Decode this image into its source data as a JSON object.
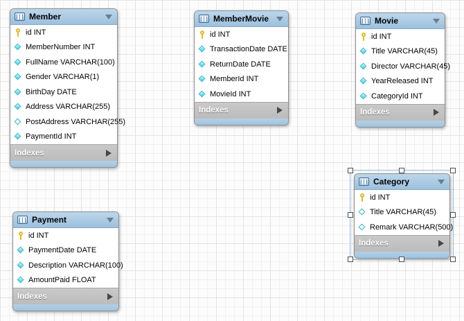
{
  "colors": {
    "canvas_bg": "#fcfcfc",
    "grid_minor": "#f1f1f1",
    "grid_major": "#e3e3e3",
    "header_top": "#bcd7eb",
    "header_bottom": "#9cc0dd",
    "header_border": "#87aac7",
    "body_bg": "#ffffff",
    "node_border": "#8e8e8e",
    "indexes_bg": "#bcbcbc",
    "indexes_text": "#fdfdfd",
    "bottom_bar": "#a0c4e0",
    "key_yellow": "#e2bb1d",
    "diamond_fill": "#3ecfe2",
    "diamond_border": "#2db6ca",
    "arrow_dark": "#474747",
    "arrow_muted": "#6b7c8b",
    "title_text": "#000000",
    "row_text": "#000000",
    "selection_frame": "#93bedb",
    "handle_bg": "#ffffff",
    "handle_border": "#4d4d4d"
  },
  "icons": {
    "table": "table-grid-icon",
    "collapse": "triangle-down",
    "indexes_expand": "triangle-right",
    "key": "yellow-primary-key",
    "diamond": "filled-cyan-diamond-not-null",
    "diamond-open": "open-cyan-diamond-nullable"
  },
  "tables": {
    "member": {
      "title": "Member",
      "indexes_label": "Indexes",
      "columns": [
        {
          "icon": "key",
          "label": "id INT"
        },
        {
          "icon": "diamond",
          "label": "MemberNumber INT"
        },
        {
          "icon": "diamond",
          "label": "FullName VARCHAR(100)"
        },
        {
          "icon": "diamond",
          "label": "Gender VARCHAR(1)"
        },
        {
          "icon": "diamond",
          "label": "BirthDay DATE"
        },
        {
          "icon": "diamond",
          "label": "Address VARCHAR(255)"
        },
        {
          "icon": "diamond-open",
          "label": "PostAddress VARCHAR(255)"
        },
        {
          "icon": "diamond",
          "label": "PaymentId INT"
        }
      ]
    },
    "membermovie": {
      "title": "MemberMovie",
      "indexes_label": "Indexes",
      "columns": [
        {
          "icon": "key",
          "label": "id INT"
        },
        {
          "icon": "diamond",
          "label": "TransactionDate DATE"
        },
        {
          "icon": "diamond",
          "label": "ReturnDate DATE"
        },
        {
          "icon": "diamond",
          "label": "MemberId INT"
        },
        {
          "icon": "diamond",
          "label": "MovieId INT"
        }
      ]
    },
    "movie": {
      "title": "Movie",
      "indexes_label": "Indexes",
      "columns": [
        {
          "icon": "key",
          "label": "id INT"
        },
        {
          "icon": "diamond",
          "label": "Title VARCHAR(45)"
        },
        {
          "icon": "diamond",
          "label": "Director VARCHAR(45)"
        },
        {
          "icon": "diamond",
          "label": "YearReleased INT"
        },
        {
          "icon": "diamond",
          "label": "CategoryId INT"
        }
      ]
    },
    "category": {
      "title": "Category",
      "indexes_label": "Indexes",
      "columns": [
        {
          "icon": "key",
          "label": "id INT"
        },
        {
          "icon": "diamond-open",
          "label": "Title VARCHAR(45)"
        },
        {
          "icon": "diamond-open",
          "label": "Remark VARCHAR(500)"
        }
      ]
    },
    "payment": {
      "title": "Payment",
      "indexes_label": "Indexes",
      "columns": [
        {
          "icon": "key",
          "label": "id INT"
        },
        {
          "icon": "diamond",
          "label": "PaymentDate DATE"
        },
        {
          "icon": "diamond",
          "label": "Description VARCHAR(100)"
        },
        {
          "icon": "diamond",
          "label": "AmountPaid FLOAT"
        }
      ]
    }
  },
  "selection": {
    "selected_table": "Category"
  }
}
